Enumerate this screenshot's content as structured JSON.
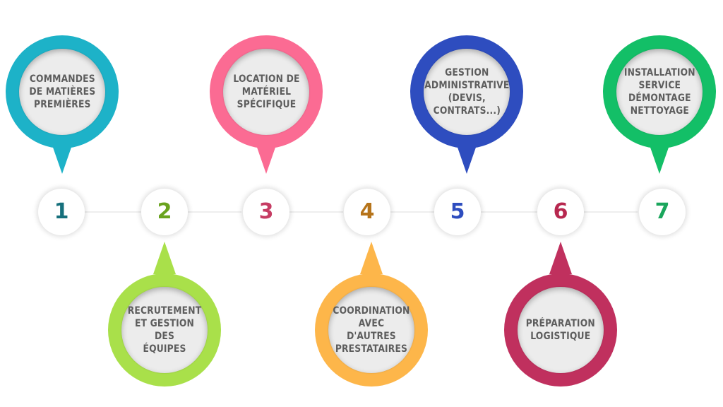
{
  "steps": [
    {
      "number": "1",
      "label": "Commandes\nde matières\npremières",
      "color": "#1db2c8",
      "number_color": "#16707c"
    },
    {
      "number": "2",
      "label": "Recrutement\net gestion des\néquipes",
      "color": "#a9e04a",
      "number_color": "#6aa31e"
    },
    {
      "number": "3",
      "label": "Location de\nmatériel\nspécifique",
      "color": "#fb6b93",
      "number_color": "#c63c63"
    },
    {
      "number": "4",
      "label": "Coordination\navec d'autres\nprestataires",
      "color": "#fdb64a",
      "number_color": "#b6741b"
    },
    {
      "number": "5",
      "label": "Gestion\nadministrative\n(devis,\ncontrats...)",
      "color": "#2e4dbf",
      "number_color": "#2e4dbf"
    },
    {
      "number": "6",
      "label": "Préparation\nlogistique",
      "color": "#c0305e",
      "number_color": "#b7284f"
    },
    {
      "number": "7",
      "label": "Installation\nservice\ndémontage\nnettoyage",
      "color": "#13bf67",
      "number_color": "#1aa65c"
    }
  ]
}
